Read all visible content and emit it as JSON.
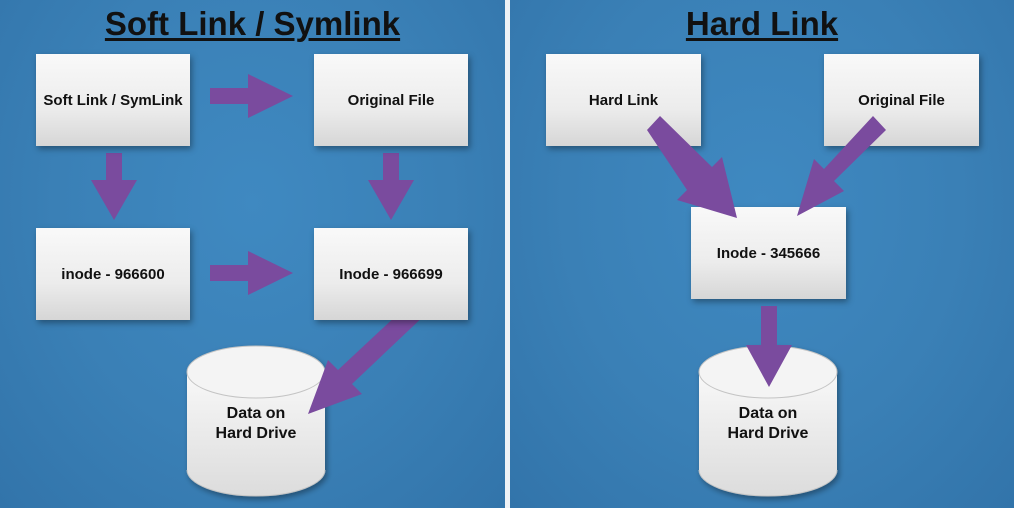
{
  "colors": {
    "background": "#3a80b6",
    "divider": "#eef2f6",
    "arrow": "#7a4b9e",
    "box": "#ececec",
    "text": "#111111"
  },
  "soft_link": {
    "title": "Soft Link / Symlink",
    "nodes": {
      "symlink": "Soft Link / SymLink",
      "original_file": "Original File",
      "inode_symlink": "inode - 966600",
      "inode_original": "Inode - 966699",
      "data": "Data on\nHard Drive"
    }
  },
  "hard_link": {
    "title": "Hard Link",
    "nodes": {
      "hard_link": "Hard Link",
      "original_file": "Original File",
      "inode": "Inode - 345666",
      "data": "Data on\nHard Drive"
    }
  }
}
